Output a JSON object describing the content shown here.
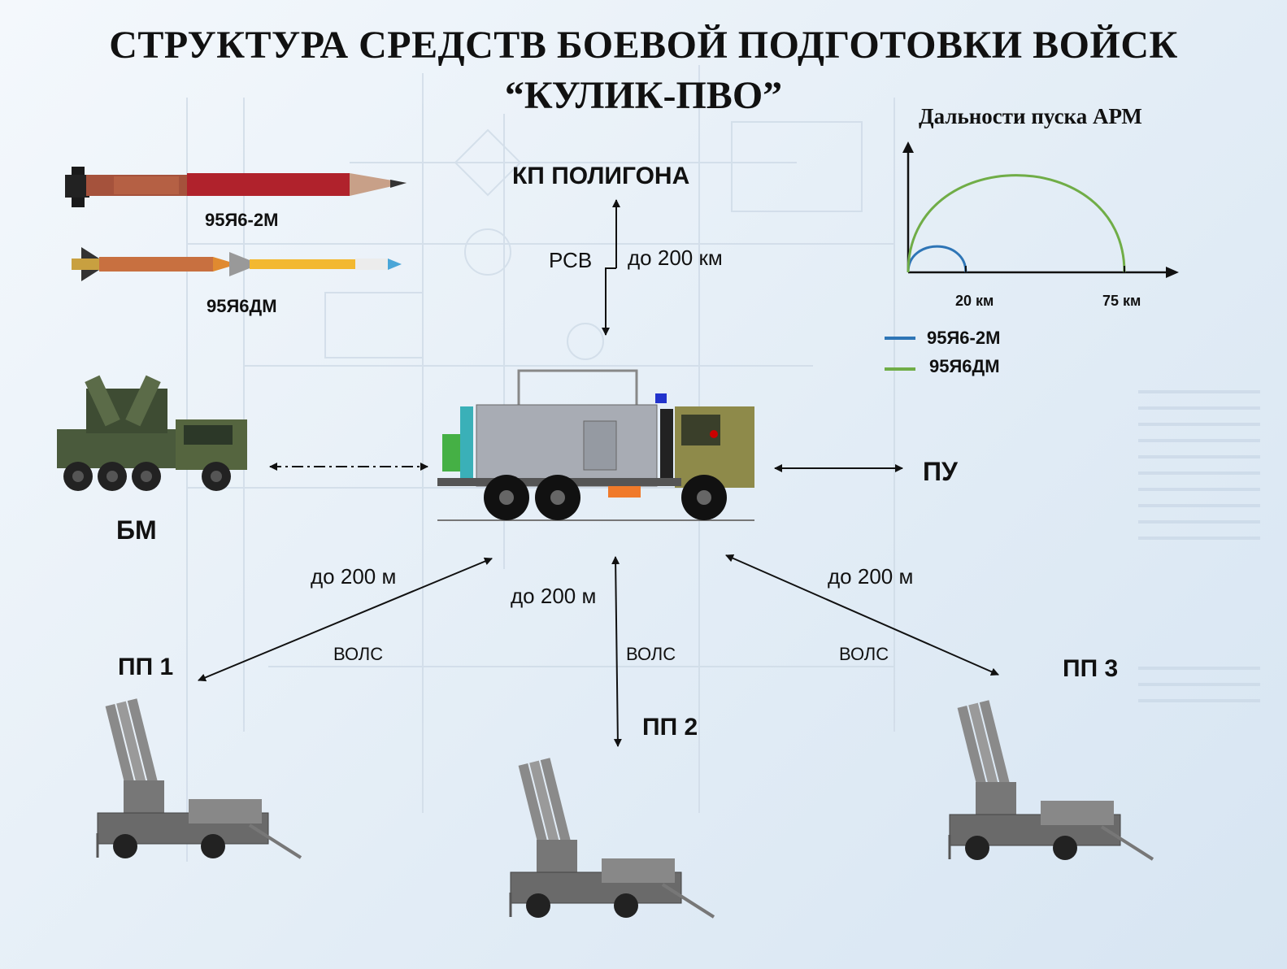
{
  "title": {
    "line1": "СТРУКТУРА СРЕДСТВ БОЕВОЙ ПОДГОТОВКИ ВОЙСК",
    "line2": "“КУЛИК-ПВО”"
  },
  "missiles": [
    {
      "label": "95Я6-2М"
    },
    {
      "label": "95Я6ДМ"
    }
  ],
  "command_post": {
    "label": "КП ПОЛИГОНА",
    "link_label": "РСВ",
    "range_label": "до 200 км"
  },
  "nodes": {
    "bm": "БМ",
    "pu": "ПУ",
    "pp1": "ПП 1",
    "pp2": "ПП 2",
    "pp3": "ПП 3"
  },
  "links": {
    "left": {
      "range": "до 200 м",
      "type": "ВОЛС"
    },
    "center": {
      "range": "до 200 м",
      "type": "ВОЛС"
    },
    "right": {
      "range": "до 200 м",
      "type": "ВОЛС"
    }
  },
  "range_chart": {
    "title": "Дальности пуска АРМ",
    "tick_labels": [
      "20 км",
      "75 км"
    ],
    "legend": [
      {
        "name": "95Я6-2М",
        "color": "#2e75b6"
      },
      {
        "name": "95Я6ДМ",
        "color": "#70ad47"
      }
    ]
  },
  "chart_data": {
    "type": "line",
    "title": "Дальности пуска АРМ",
    "xlabel": "",
    "ylabel": "",
    "x_ticks": [
      20,
      75
    ],
    "x_tick_labels": [
      "20 км",
      "75 км"
    ],
    "xlim": [
      0,
      90
    ],
    "grid": false,
    "legend_position": "bottom-left",
    "series": [
      {
        "name": "95Я6-2М",
        "color": "#2e75b6",
        "range_km": 20
      },
      {
        "name": "95Я6ДМ",
        "color": "#70ad47",
        "range_km": 75
      }
    ]
  }
}
